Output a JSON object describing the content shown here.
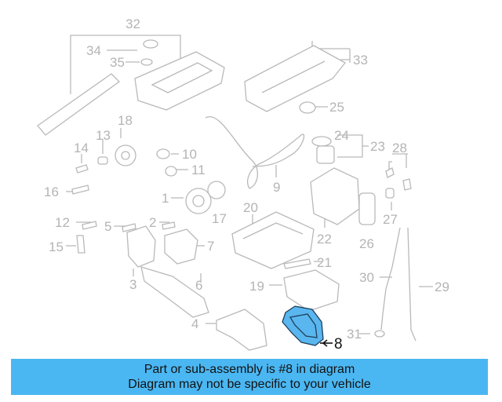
{
  "diagram": {
    "callouts": [
      "1",
      "2",
      "3",
      "4",
      "5",
      "6",
      "7",
      "8",
      "9",
      "10",
      "11",
      "12",
      "13",
      "14",
      "15",
      "16",
      "17",
      "18",
      "19",
      "20",
      "21",
      "22",
      "23",
      "24",
      "25",
      "26",
      "27",
      "28",
      "29",
      "30",
      "31",
      "32",
      "33",
      "34",
      "35"
    ],
    "highlighted_part": "8",
    "colors": {
      "highlight": "#59b6ef",
      "banner": "#4bb7f2",
      "parts": "#b9b9b9"
    }
  },
  "banner": {
    "line1": "Part or sub-assembly is #8 in diagram",
    "line2": "Diagram may not be specific to your vehicle"
  }
}
